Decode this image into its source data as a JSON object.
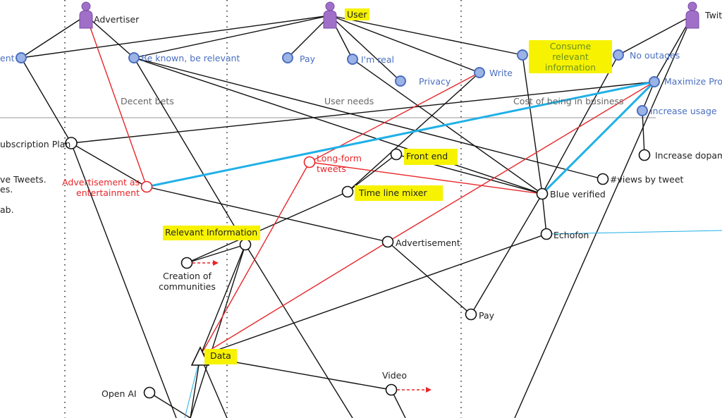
{
  "actors": {
    "advertiser": "Advertiser",
    "user": "User",
    "twitter": "Twit"
  },
  "needs": {
    "ent": "ent",
    "be_known": "Be known, be relevant",
    "pay": "Pay",
    "im_real": "I'm real",
    "privacy": "Privacy",
    "write": "Write",
    "consume": "Consume relevant information",
    "no_outages": "No outages",
    "maximize": "Maximize Pro",
    "increase_usage": "Increase usage"
  },
  "axis_labels": {
    "decent_bets": "Decent bets",
    "user_needs": "User needs",
    "cost": "Cost of being in business"
  },
  "components": {
    "subscription": "ubscription Plan",
    "ad_entertainment": "Advertisement as entertainment",
    "long_form": "Long-form tweets",
    "front_end": "Front end",
    "timeline_mixer": "Time line mixer",
    "increase_dopamine": "Increase dopam",
    "views_by_tweet": "#views by tweet",
    "blue_verified": "Blue verified",
    "relevant_info": "Relevant Information",
    "communities": "Creation of communities",
    "advertisement": "Advertisement",
    "echofon": "Echofon",
    "pay2": "Pay",
    "data": "Data",
    "video": "Video",
    "open_ai": "Open AI"
  },
  "side_notes": [
    "ve Tweets.",
    "es.",
    "ab."
  ],
  "colors": {
    "need": "#4a6fc0",
    "red": "#e8262a",
    "blue": "#1fb0e8",
    "highlight": "#f7f300",
    "actor": "#a070c8"
  }
}
